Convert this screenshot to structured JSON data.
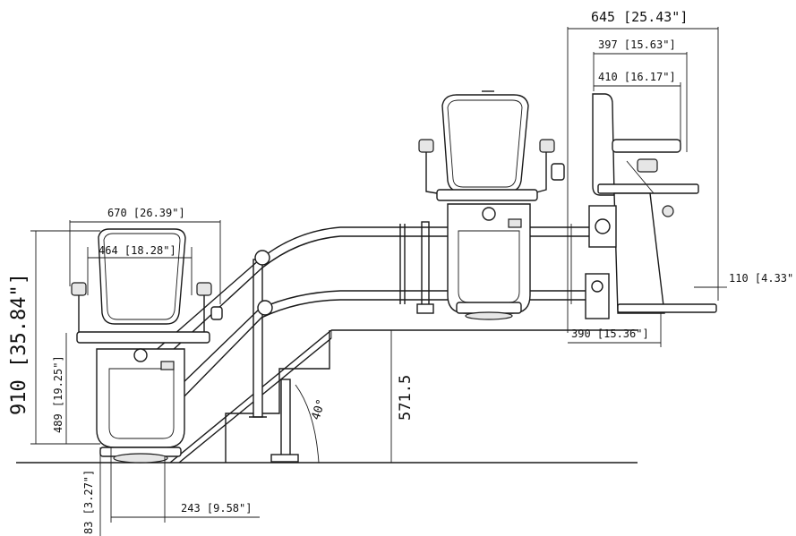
{
  "dimensions": {
    "d645": "645 [25.43\"]",
    "d397": "397 [15.63\"]",
    "d410": "410 [16.17\"]",
    "d670": "670 [26.39\"]",
    "d464": "464 [18.28\"]",
    "d910": "910 [35.84\"]",
    "d489": "489 [19.25\"]",
    "d571": "571.5",
    "d40": "40°",
    "d110": "110 [4.33\"",
    "d390": "390 [15.36\"]",
    "d243": "243 [9.58\"]",
    "d83": "83 [3.27\"]"
  }
}
